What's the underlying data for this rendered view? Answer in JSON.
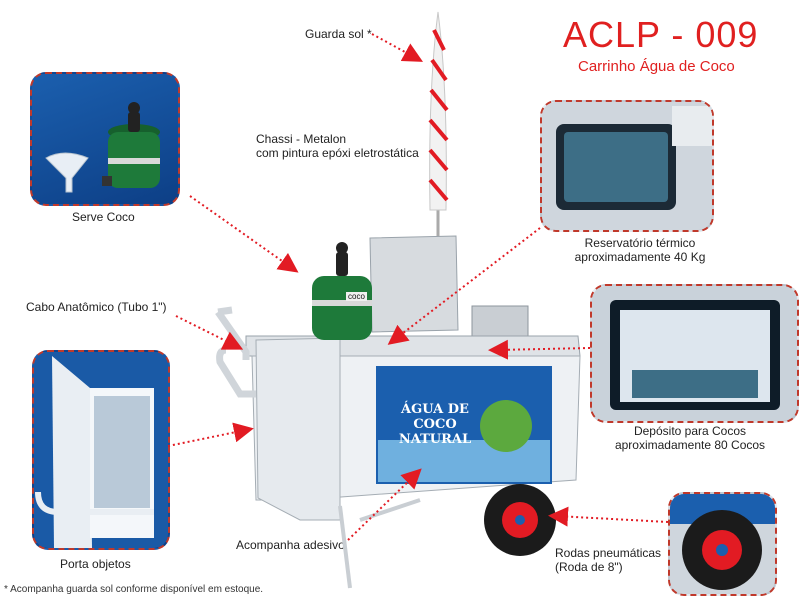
{
  "header": {
    "model_code": "ACLP - 009",
    "subtitle": "Carrinho Água de Coco"
  },
  "callouts": {
    "guarda_sol": "Guarda sol *",
    "chassi_line1": "Chassi - Metalon",
    "chassi_line2": "com pintura epóxi eletrostática",
    "serve_coco": "Serve Coco",
    "reservatorio_line1": "Reservatório térmico",
    "reservatorio_line2": "aproximadamente 40 Kg",
    "cabo": "Cabo Anatômico (Tubo 1\")",
    "deposito_line1": "Depósito para Cocos",
    "deposito_line2": "aproximadamente 80 Cocos",
    "porta_objetos": "Porta objetos",
    "adesivo": "Acompanha adesivo",
    "rodas_line1": "Rodas pneumáticas",
    "rodas_line2": "(Roda de 8\")"
  },
  "cart_banner": {
    "line1": "ÁGUA DE COCO",
    "line2": "NATURAL",
    "dispenser_brand": "coco"
  },
  "footnote": "* Acompanha guarda sol conforme disponível em estoque.",
  "colors": {
    "title_red": "#e02020",
    "arrow_red": "#e21b23",
    "dashed_red": "#c0392b",
    "dispenser_green": "#1e7a3a",
    "banner_blue": "#1b5fae"
  }
}
